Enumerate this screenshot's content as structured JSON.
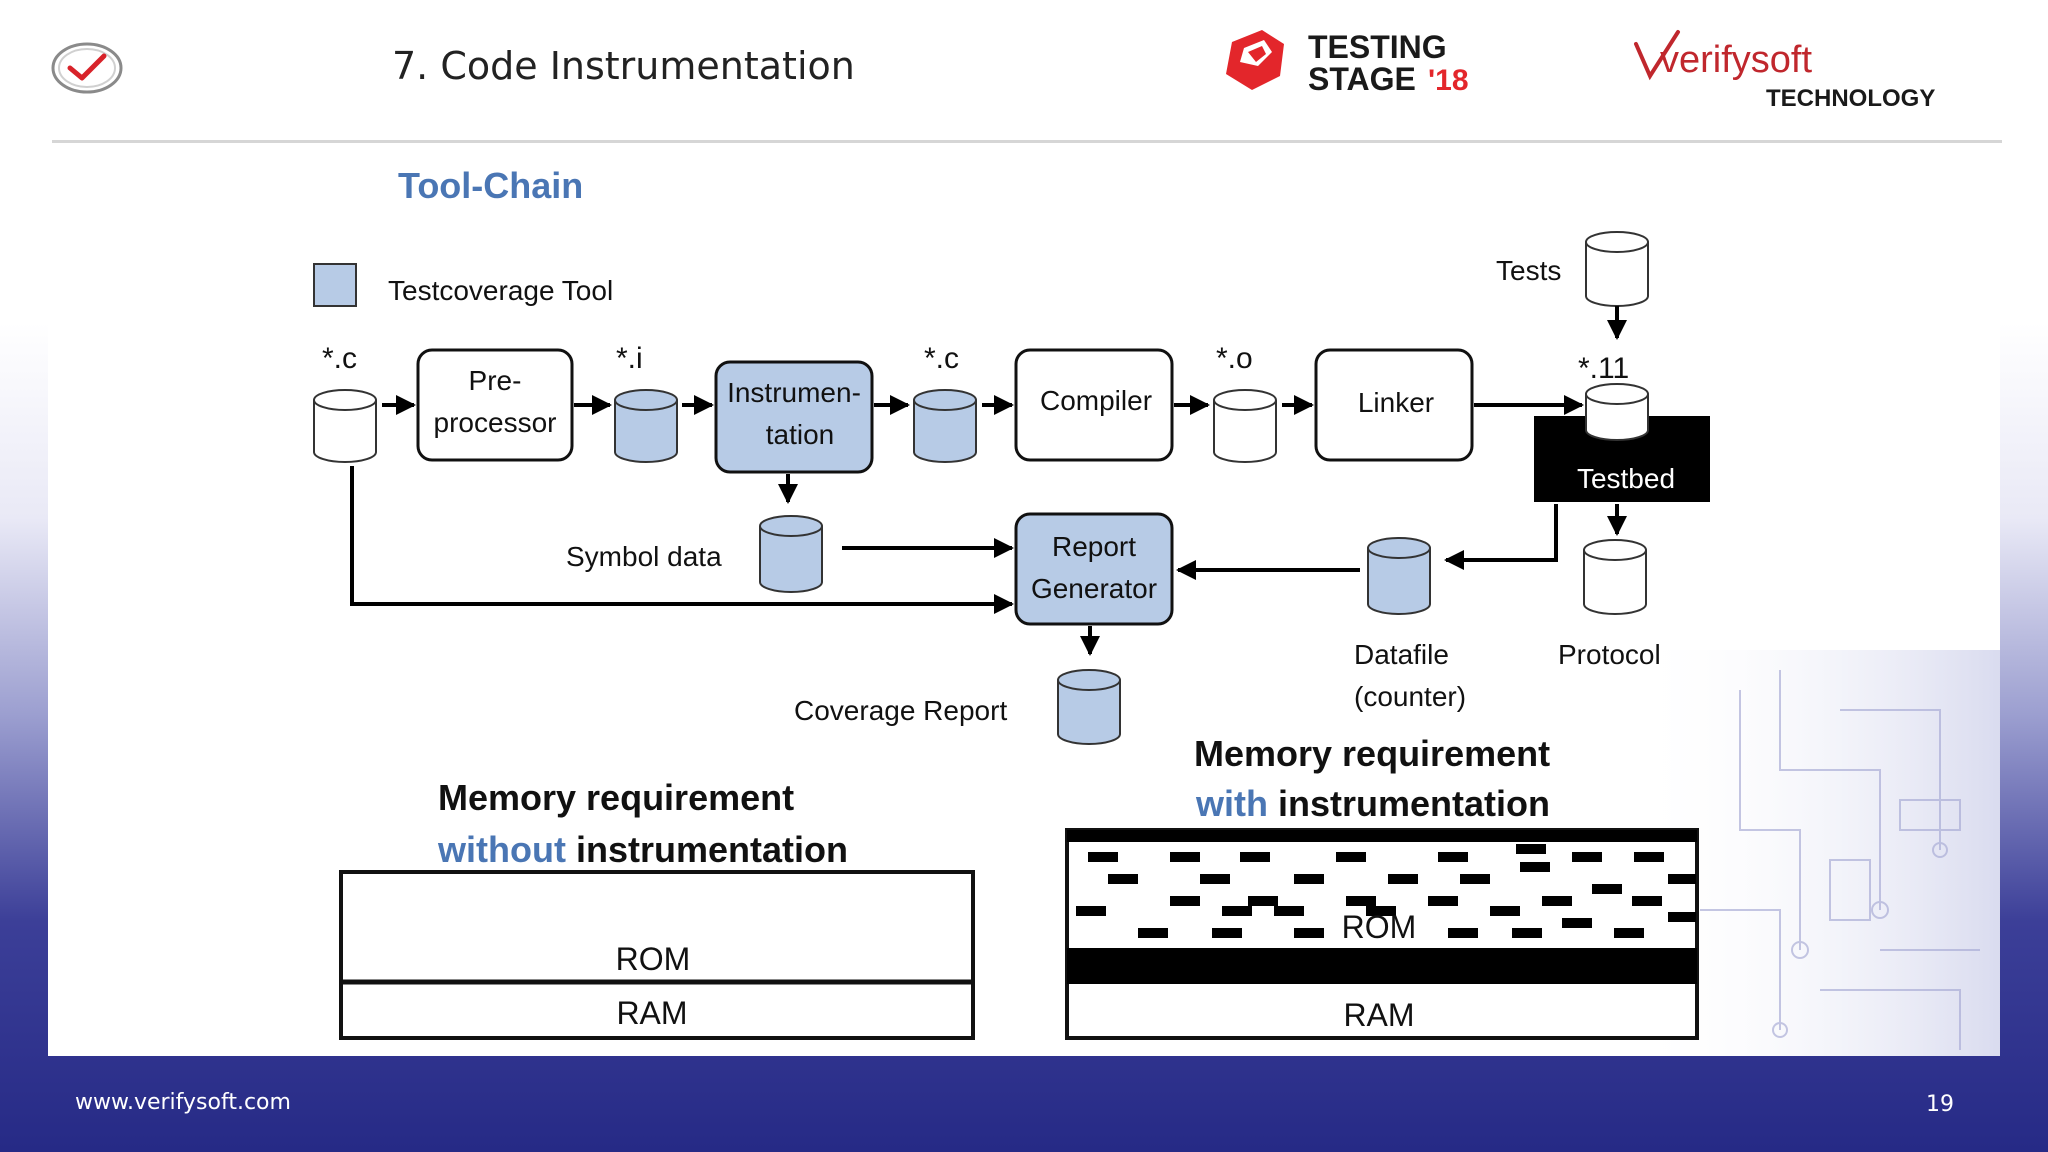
{
  "slide": {
    "title": "7. Code Instrumentation",
    "subtitle": "Tool-Chain",
    "footer_url": "www.verifysoft.com",
    "page_number": "19"
  },
  "logos": {
    "testing_stage_line1": "TESTING",
    "testing_stage_line2": "STAGE",
    "testing_stage_year": "'18",
    "verifysoft_name": "verifysoft",
    "verifysoft_tagline": "TECHNOLOGY"
  },
  "legend": {
    "label": "Testcoverage  Tool"
  },
  "toolchain": {
    "boxes": {
      "preprocessor_line1": "Pre-",
      "preprocessor_line2": "processor",
      "instrumentation_line1": "Instrumen-",
      "instrumentation_line2": "tation",
      "compiler": "Compiler",
      "linker": "Linker",
      "report_generator_line1": "Report",
      "report_generator_line2": "Generator",
      "testbed": "Testbed"
    },
    "files": {
      "source": "*.c",
      "preprocessed": "*.i",
      "instrumented": "*.c",
      "object": "*.o",
      "executable": "*.11",
      "tests": "Tests",
      "symbol_data": "Symbol data",
      "coverage_report": "Coverage  Report",
      "datafile_line1": "Datafile",
      "datafile_line2": "(counter)",
      "protocol": "Protocol"
    }
  },
  "memory": {
    "without": {
      "heading_line1": "Memory requirement",
      "heading_accent": "without",
      "heading_rest": " instrumentation",
      "rom": "ROM",
      "ram": "RAM"
    },
    "with": {
      "heading_line1": "Memory requirement",
      "heading_accent": "with",
      "heading_rest": " instrumentation",
      "rom": "ROM",
      "ram": "RAM"
    }
  },
  "colors": {
    "tool_fill": "#b7cbe6",
    "accent_text": "#4a76b4",
    "testing_stage_red": "#e3262b",
    "verifysoft_red": "#c0272d",
    "footer_bg": "#262a86"
  },
  "icons": {
    "check_logo": "checkmark-circle-icon",
    "testing_stage_logo": "testing-stage-logo-icon",
    "verifysoft_logo": "verifysoft-logo-icon"
  }
}
